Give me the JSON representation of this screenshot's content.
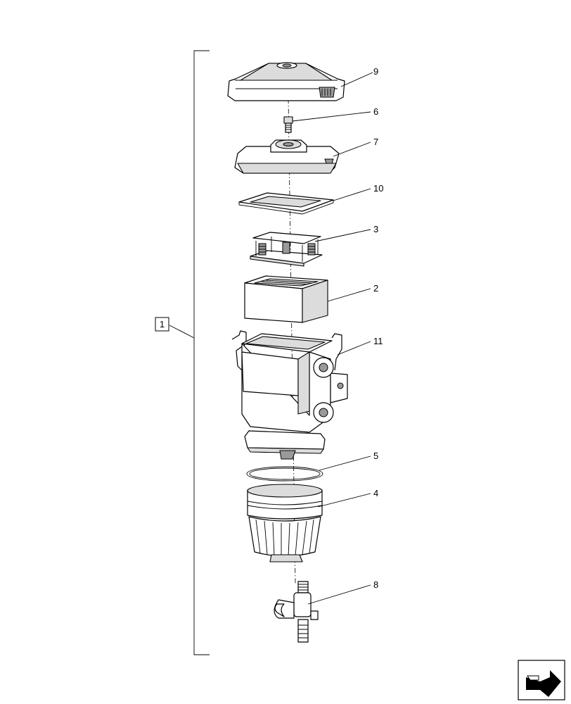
{
  "assembly": {
    "label": "1"
  },
  "callouts": [
    {
      "id": "9",
      "part": "cover"
    },
    {
      "id": "6",
      "part": "screw"
    },
    {
      "id": "7",
      "part": "plate"
    },
    {
      "id": "10",
      "part": "gasket"
    },
    {
      "id": "3",
      "part": "spring-retainer"
    },
    {
      "id": "2",
      "part": "filter-element"
    },
    {
      "id": "11",
      "part": "housing"
    },
    {
      "id": "5",
      "part": "o-ring"
    },
    {
      "id": "4",
      "part": "bowl"
    },
    {
      "id": "8",
      "part": "drain-valve"
    }
  ],
  "nav": {
    "icon": "next-page-arrow-icon"
  }
}
